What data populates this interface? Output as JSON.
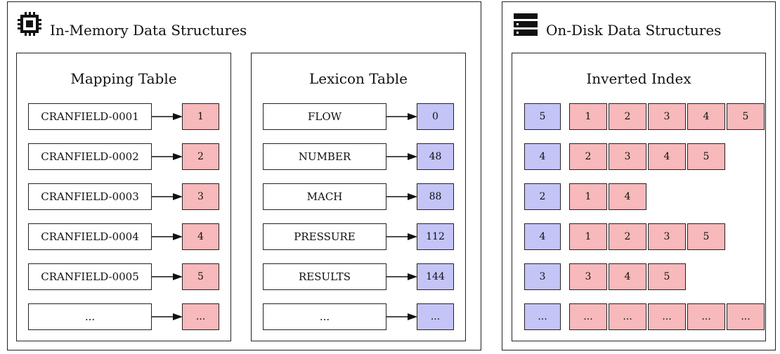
{
  "in_memory": {
    "title": "In-Memory Data Structures",
    "icon": "cpu-chip-icon",
    "mapping_table": {
      "title": "Mapping Table",
      "rows": [
        {
          "key": "CRANFIELD-0001",
          "value": "1"
        },
        {
          "key": "CRANFIELD-0002",
          "value": "2"
        },
        {
          "key": "CRANFIELD-0003",
          "value": "3"
        },
        {
          "key": "CRANFIELD-0004",
          "value": "4"
        },
        {
          "key": "CRANFIELD-0005",
          "value": "5"
        },
        {
          "key": "...",
          "value": "..."
        }
      ]
    },
    "lexicon_table": {
      "title": "Lexicon Table",
      "rows": [
        {
          "key": "FLOW",
          "value": "0"
        },
        {
          "key": "NUMBER",
          "value": "48"
        },
        {
          "key": "MACH",
          "value": "88"
        },
        {
          "key": "PRESSURE",
          "value": "112"
        },
        {
          "key": "RESULTS",
          "value": "144"
        },
        {
          "key": "...",
          "value": "..."
        }
      ]
    }
  },
  "on_disk": {
    "title": "On-Disk Data Structures",
    "icon": "server-storage-icon",
    "inverted_index": {
      "title": "Inverted Index",
      "rows": [
        {
          "count": "5",
          "postings": [
            "1",
            "2",
            "3",
            "4",
            "5"
          ]
        },
        {
          "count": "4",
          "postings": [
            "2",
            "3",
            "4",
            "5"
          ]
        },
        {
          "count": "2",
          "postings": [
            "1",
            "4"
          ]
        },
        {
          "count": "4",
          "postings": [
            "1",
            "2",
            "3",
            "5"
          ]
        },
        {
          "count": "3",
          "postings": [
            "3",
            "4",
            "5"
          ]
        },
        {
          "count": "...",
          "postings": [
            "...",
            "...",
            "...",
            "...",
            "..."
          ]
        }
      ]
    }
  },
  "colors": {
    "doc_id_fill": "#f7b9bb",
    "offset_fill": "#c5c4f7",
    "border": "#222222"
  }
}
